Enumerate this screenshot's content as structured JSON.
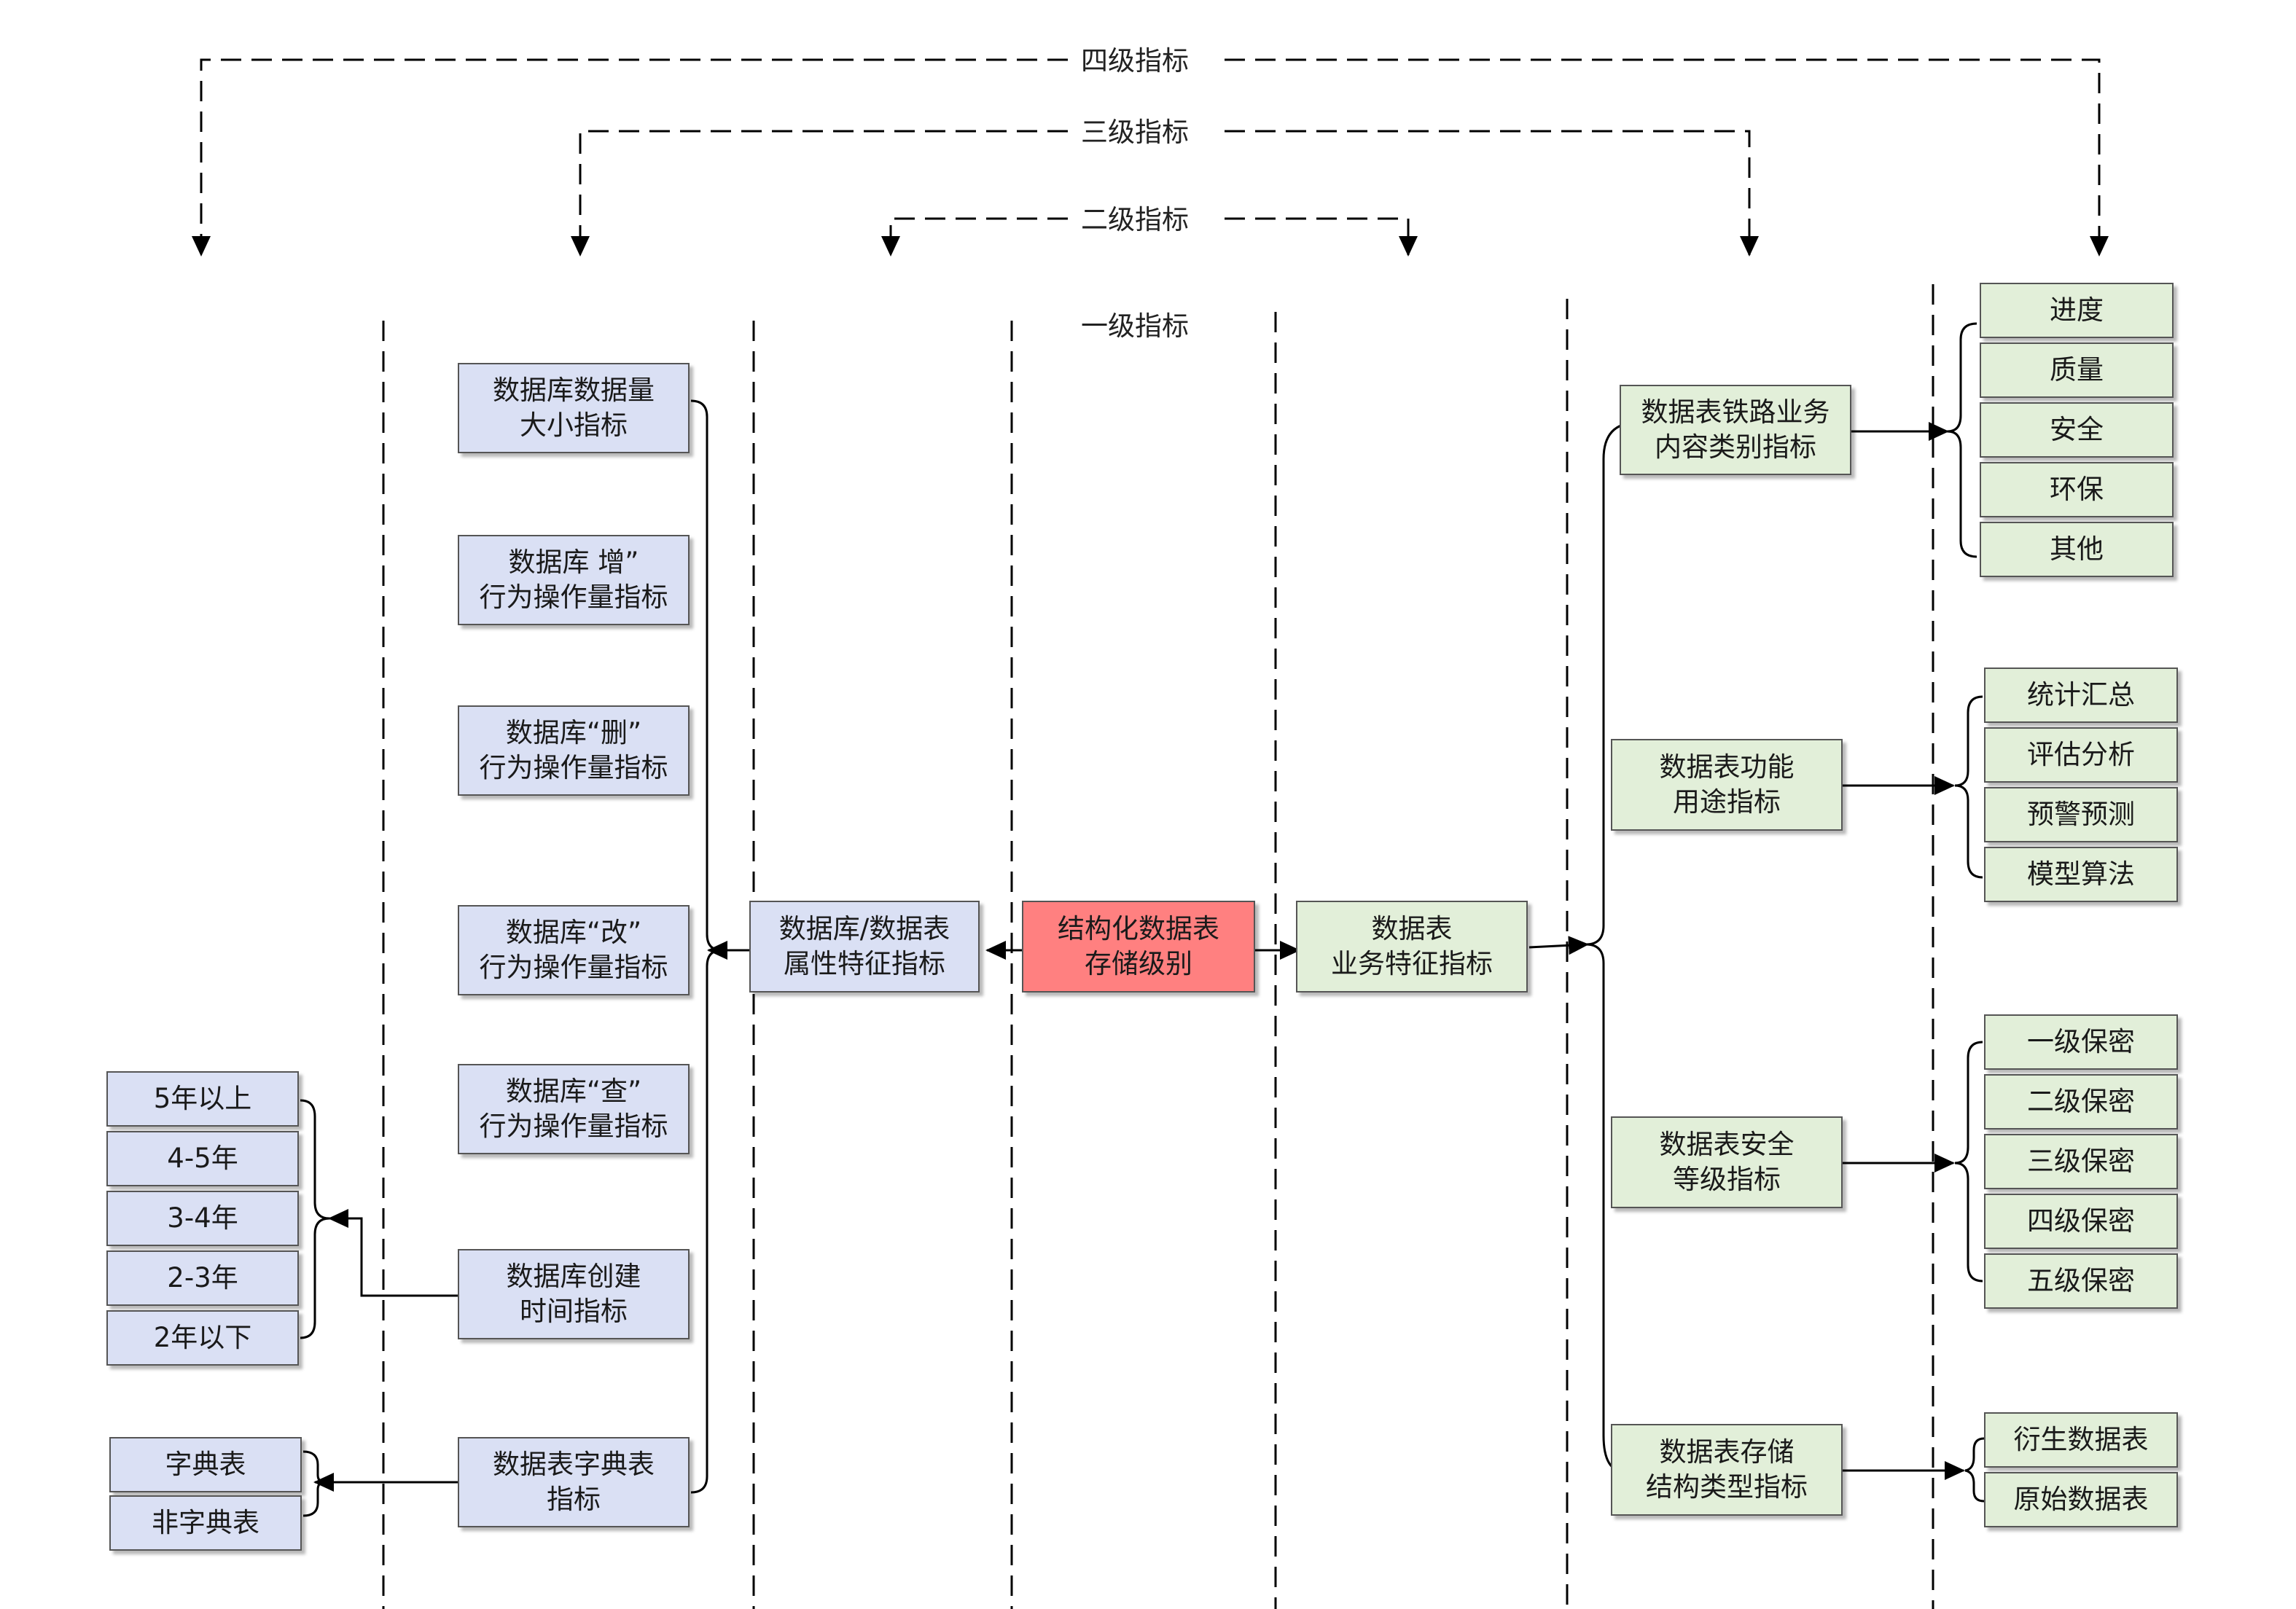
{
  "levels": {
    "level4": "四级指标",
    "level3": "三级指标",
    "level2": "二级指标",
    "level1": "一级指标"
  },
  "center": {
    "root": "结构化数据表\n存储级别",
    "left_main": "数据库/数据表\n属性特征指标",
    "right_main": "数据表\n业务特征指标"
  },
  "left_indicators": [
    "数据库数据量\n大小指标",
    "数据库  增”\n行为操作量指标",
    "数据库“删”\n行为操作量指标",
    "数据库“改”\n行为操作量指标",
    "数据库“查”\n行为操作量指标",
    "数据库创建\n时间指标",
    "数据表字典表\n指标"
  ],
  "time_ranges": [
    "5年以上",
    "4-5年",
    "3-4年",
    "2-3年",
    "2年以下"
  ],
  "dict_types": [
    "字典表",
    "非字典表"
  ],
  "right_indicators": [
    "数据表铁路业务\n内容类别指标",
    "数据表功能\n用途指标",
    "数据表安全\n等级指标",
    "数据表存储\n结构类型指标"
  ],
  "content_categories": [
    "进度",
    "质量",
    "安全",
    "环保",
    "其他"
  ],
  "function_uses": [
    "统计汇总",
    "评估分析",
    "预警预测",
    "模型算法"
  ],
  "security_levels": [
    "一级保密",
    "二级保密",
    "三级保密",
    "四级保密",
    "五级保密"
  ],
  "storage_types": [
    "衍生数据表",
    "原始数据表"
  ],
  "colors": {
    "attribute_box": "#dae0f4",
    "business_box": "#e2efd9",
    "root_box": "#ff8080"
  }
}
